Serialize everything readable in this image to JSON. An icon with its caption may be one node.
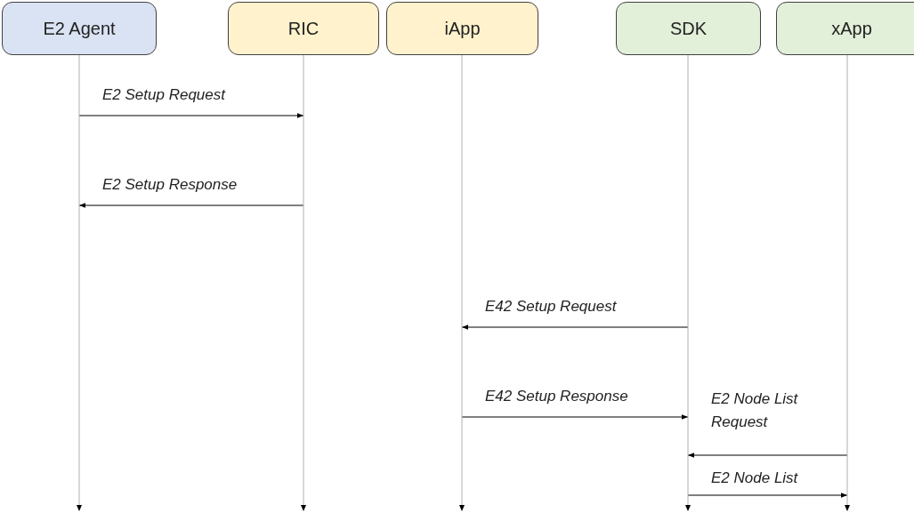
{
  "diagram": {
    "nodes": [
      {
        "text": [
          "E2 Agent"
        ]
      },
      {
        "text": [
          "RIC"
        ]
      },
      {
        "text": [
          "iApp"
        ]
      },
      {
        "text": [
          "SDK"
        ]
      },
      {
        "text": [
          "xApp"
        ]
      }
    ],
    "edges": [
      {
        "from": 0,
        "to": 1,
        "arrow": "to",
        "label": "E2 Setup Request"
      },
      {
        "from": 1,
        "to": 0,
        "arrow": "to",
        "label": "E2 Setup Response"
      },
      {
        "from": 3,
        "to": 2,
        "arrow": "to",
        "label": "E42 Setup Request"
      },
      {
        "from": 2,
        "to": 3,
        "arrow": "to",
        "label": "E42 Setup Response"
      },
      {
        "from": 4,
        "to": 3,
        "arrow": "to",
        "label": "E2 Node List Request"
      },
      {
        "from": 3,
        "to": 4,
        "arrow": "to",
        "label": "E2 Node List"
      }
    ]
  }
}
